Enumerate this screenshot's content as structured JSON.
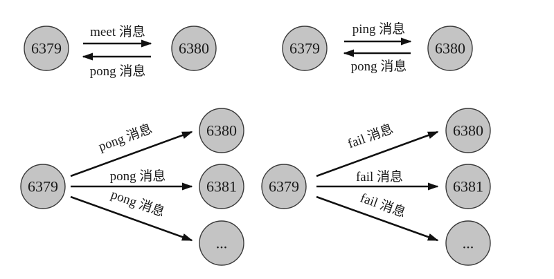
{
  "panels": {
    "meet_pong": {
      "left_node": "6379",
      "right_node": "6380",
      "top_message": "meet 消息",
      "bottom_message": "pong 消息"
    },
    "ping_pong": {
      "left_node": "6379",
      "right_node": "6380",
      "top_message": "ping 消息",
      "bottom_message": "pong 消息"
    },
    "pong_broadcast": {
      "source_node": "6379",
      "targets": [
        "6380",
        "6381",
        "..."
      ],
      "messages": [
        "pong 消息",
        "pong 消息",
        "pong 消息"
      ]
    },
    "fail_broadcast": {
      "source_node": "6379",
      "targets": [
        "6380",
        "6381",
        "..."
      ],
      "messages": [
        "fail 消息",
        "fail 消息",
        "fail 消息"
      ]
    }
  },
  "colors": {
    "node_fill": "#c4c4c4",
    "node_stroke": "#3a3a3a",
    "arrow": "#111111"
  }
}
